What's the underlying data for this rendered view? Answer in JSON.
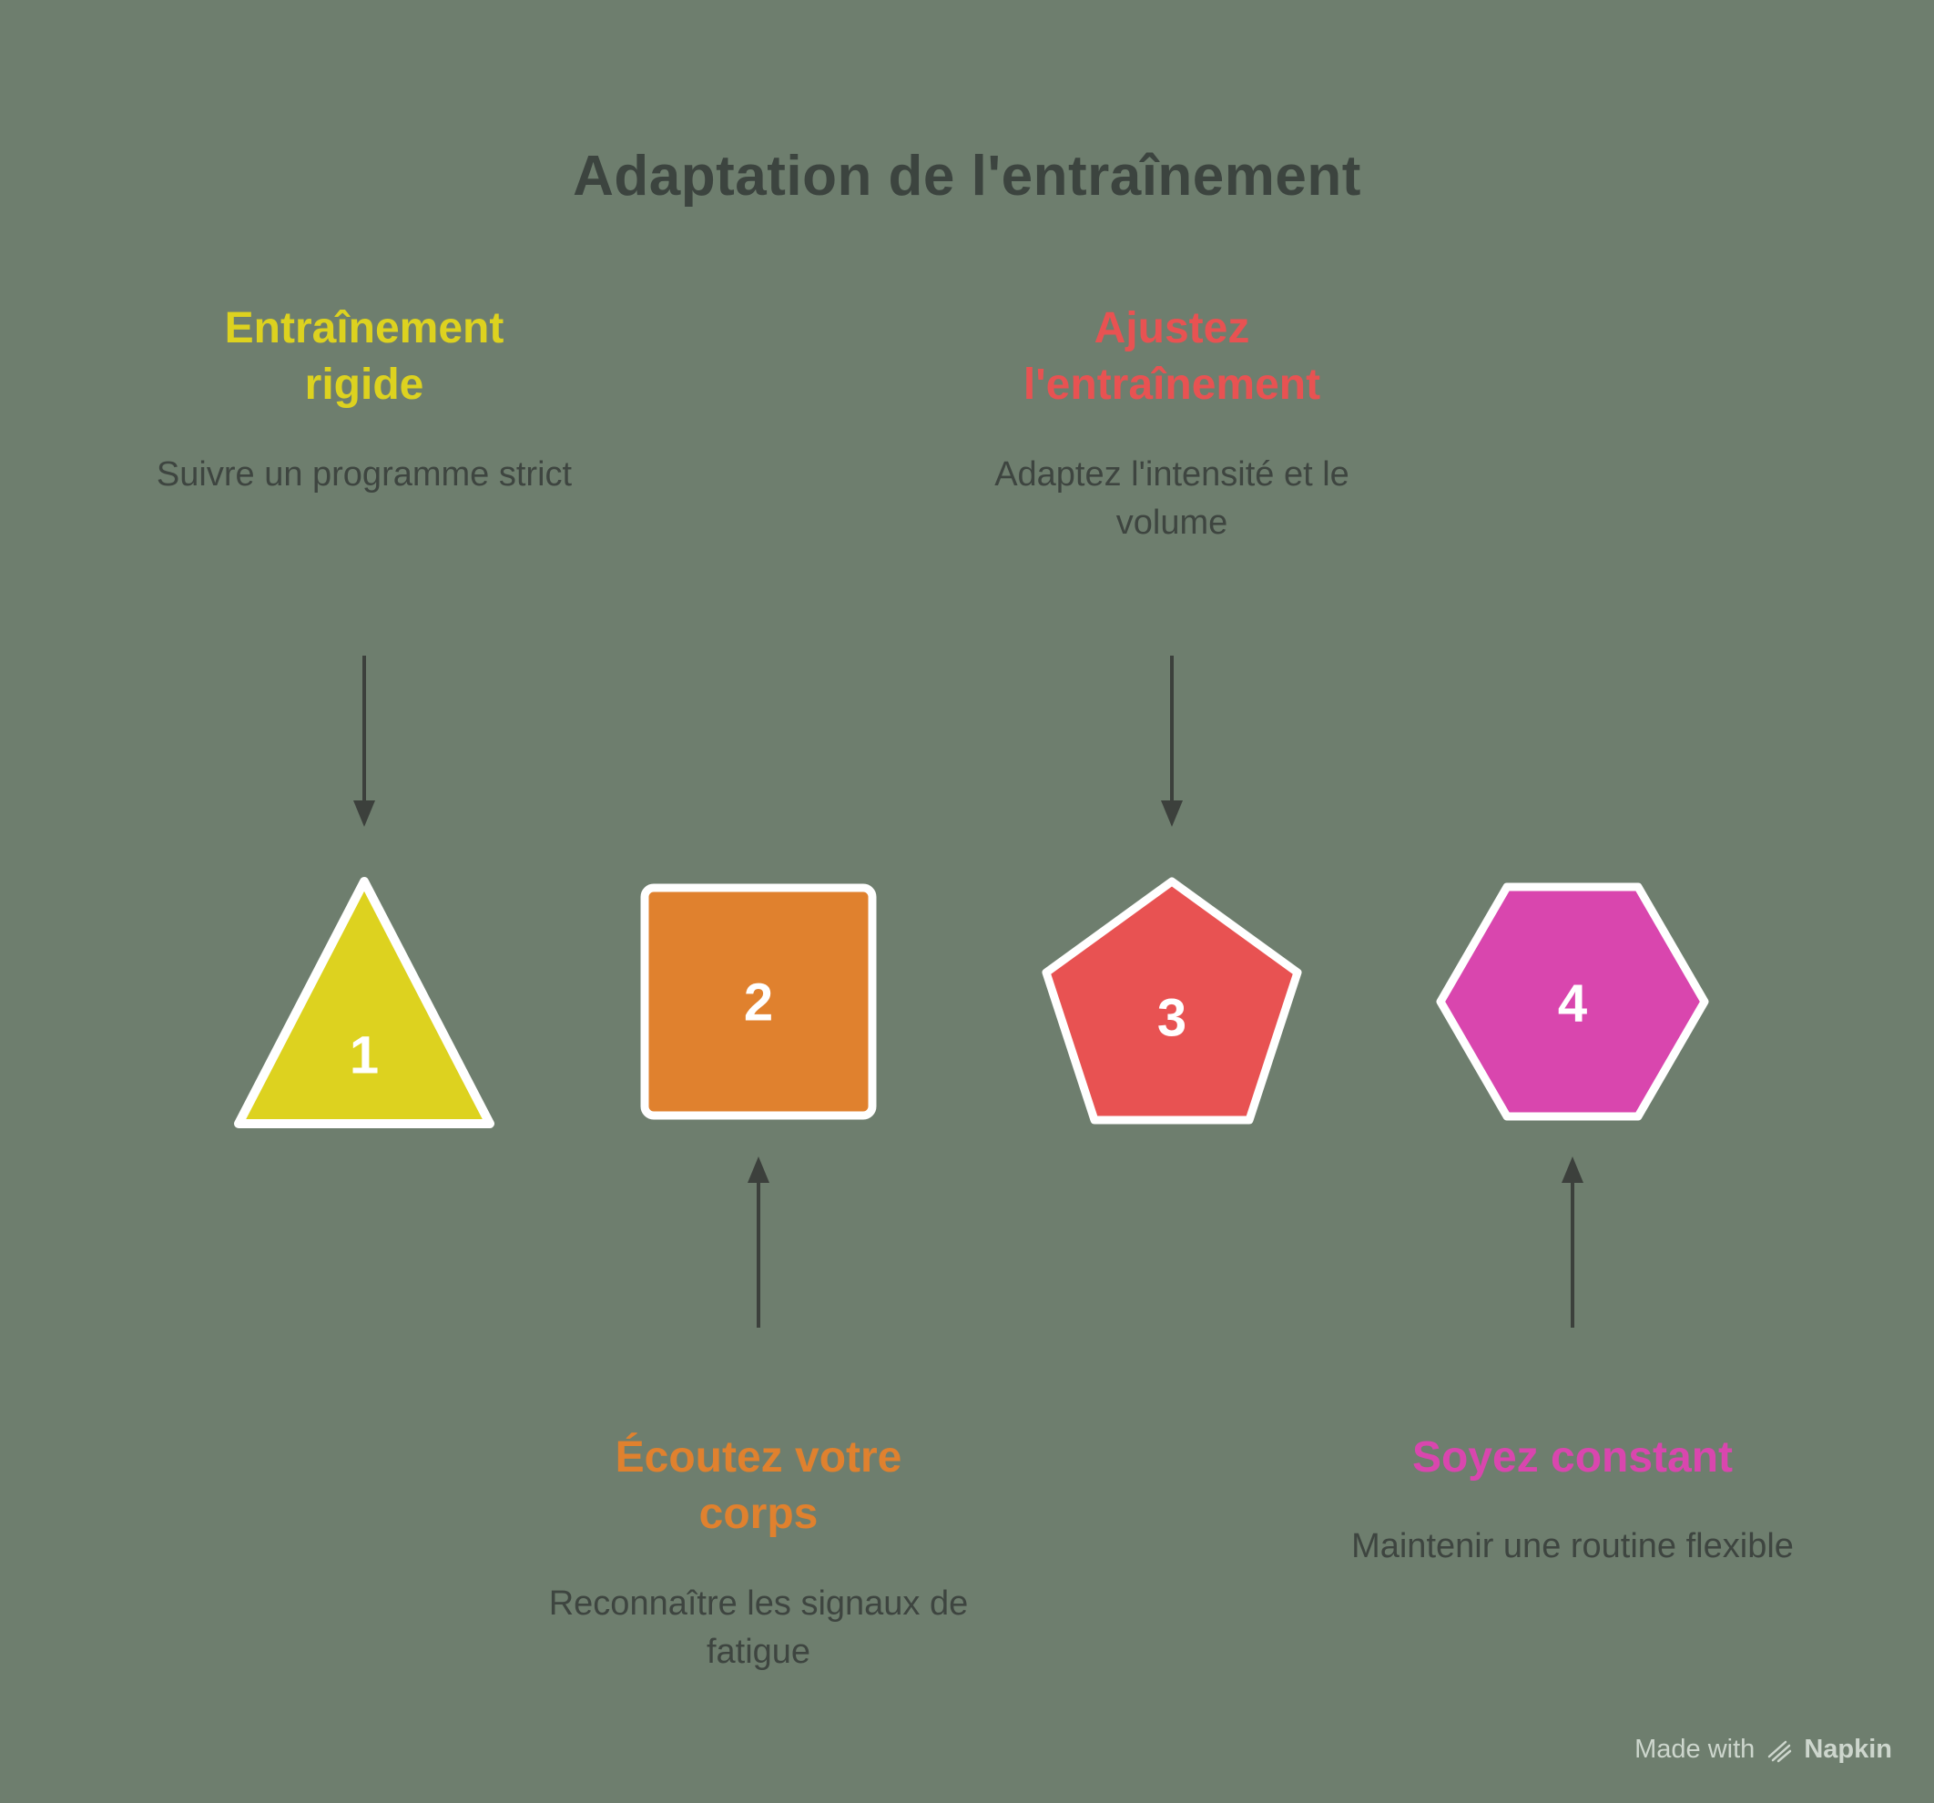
{
  "title": "Adaptation de l'entraînement",
  "steps": [
    {
      "number": "1",
      "heading": "Entraînement rigide",
      "body": "Suivre un programme strict",
      "shape": "triangle",
      "color": "#ddd21f",
      "label_position": "top"
    },
    {
      "number": "2",
      "heading": "Écoutez votre corps",
      "body": "Reconnaître les signaux de fatigue",
      "shape": "square",
      "color": "#e0812e",
      "label_position": "bottom"
    },
    {
      "number": "3",
      "heading": "Ajustez l'entraînement",
      "body": "Adaptez l'intensité et le volume",
      "shape": "pentagon",
      "color": "#e85252",
      "label_position": "top"
    },
    {
      "number": "4",
      "heading": "Soyez constant",
      "body": "Maintenir une routine flexible",
      "shape": "hexagon",
      "color": "#d946ae",
      "label_position": "bottom"
    }
  ],
  "footer": {
    "made_with": "Made with",
    "brand": "Napkin"
  },
  "colors": {
    "background": "#6e7e6e",
    "title_text": "#3c443f",
    "body_text": "#3e4540",
    "arrow": "#3c403c",
    "shape_stroke": "#ffffff",
    "number_text": "#ffffff",
    "footer_text": "#cdd6cd"
  }
}
